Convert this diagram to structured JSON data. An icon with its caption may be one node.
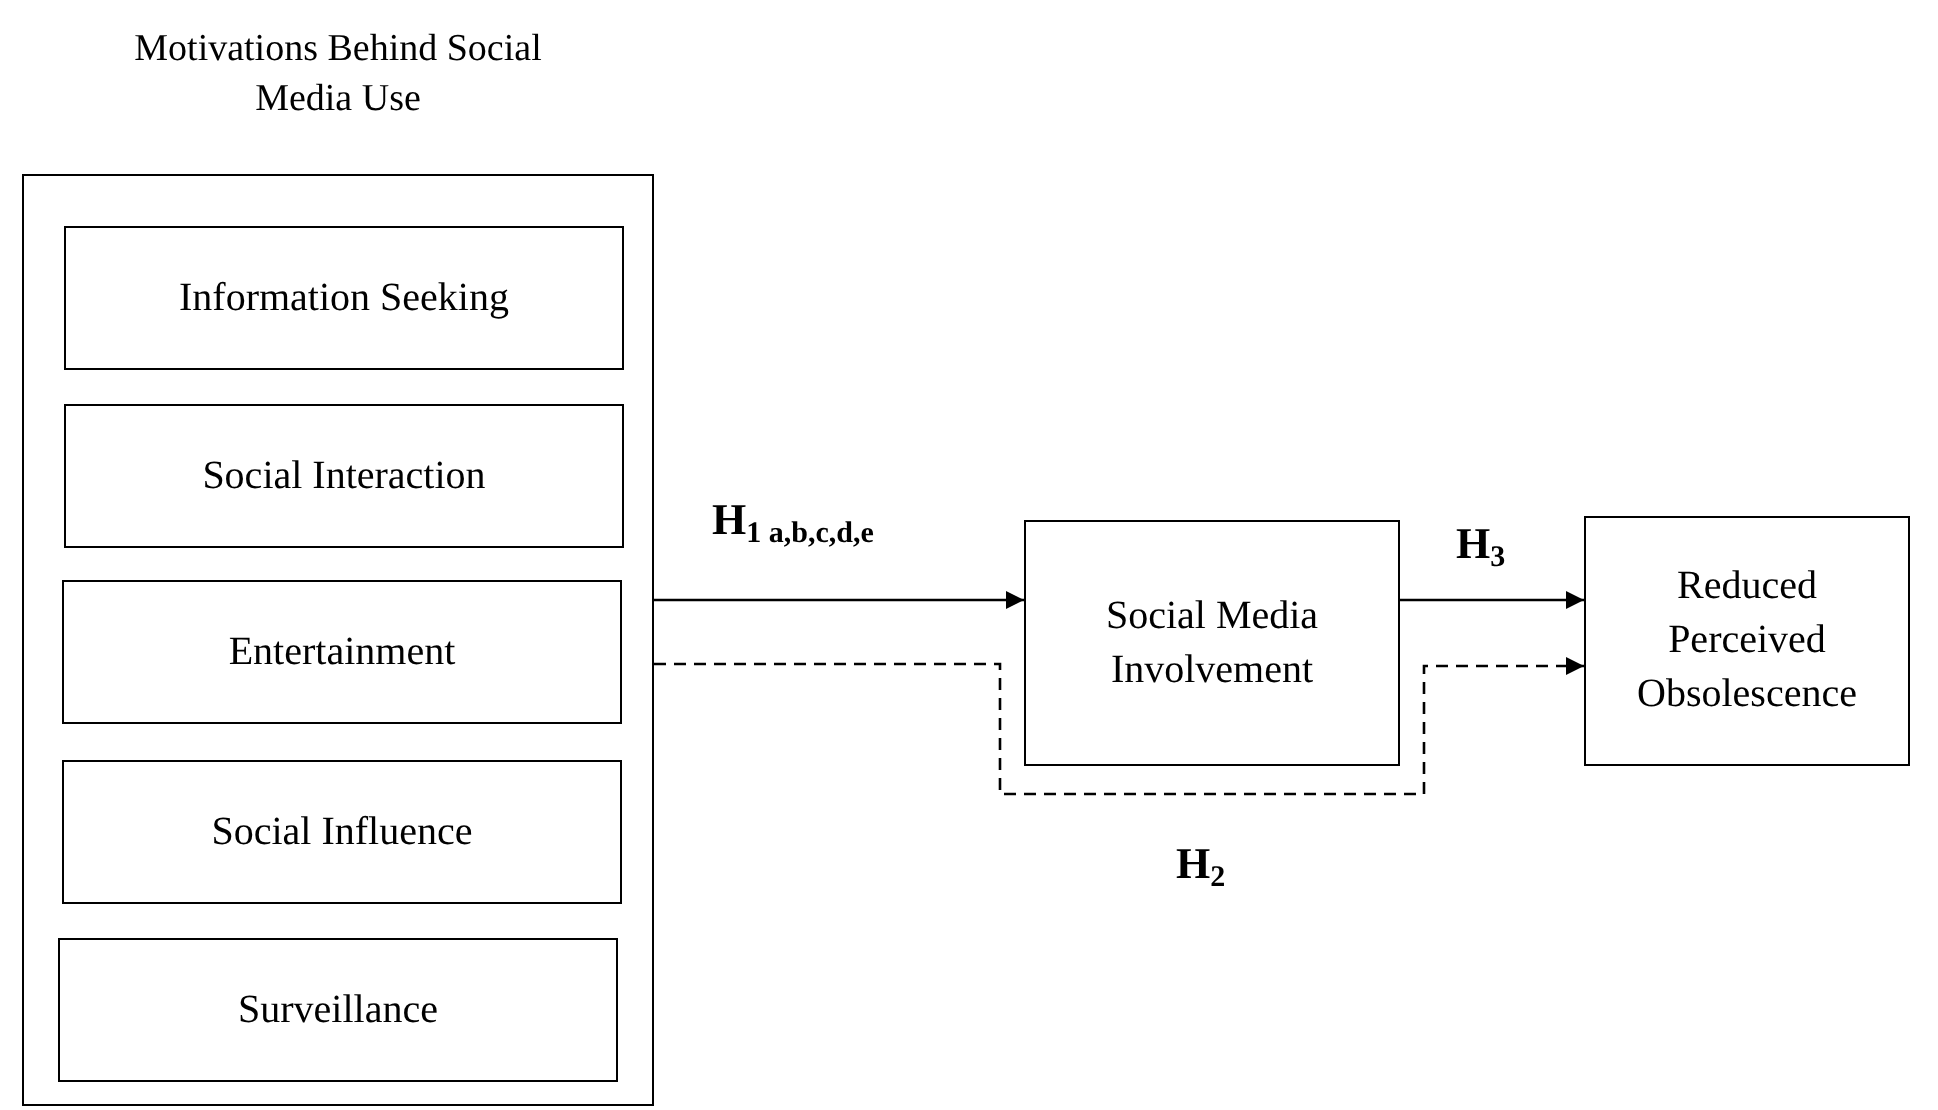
{
  "diagram": {
    "nodes": [
      {
        "text": [
          "Motivations Behind Social Media Use"
        ]
      },
      {
        "text": [
          "Information Seeking"
        ],
        "in": 0
      },
      {
        "text": [
          "Social Interaction"
        ],
        "in": 0
      },
      {
        "text": [
          "Entertainment"
        ],
        "in": 0
      },
      {
        "text": [
          "Social Influence"
        ],
        "in": 0
      },
      {
        "text": [
          "Surveillance"
        ],
        "in": 0
      },
      {
        "text": [
          "Social Media Involvement"
        ]
      },
      {
        "text": [
          "Reduced Perceived Obsolescence"
        ]
      }
    ],
    "edges": [
      {
        "from": 0,
        "to": 6,
        "arrow": "to",
        "label": "H$_{1 a,b,c,d,e}$"
      },
      {
        "from": 6,
        "to": 7,
        "arrow": "to",
        "label": "H$_{3}$"
      },
      {
        "from": 0,
        "to": 7,
        "arrow": "to",
        "label": "H$_{2}$",
        "style": "dashed"
      }
    ]
  }
}
